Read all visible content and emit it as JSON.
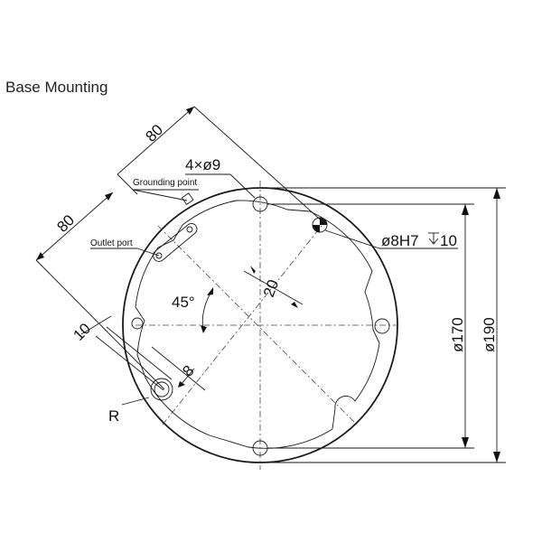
{
  "title": "Base Mounting",
  "labels": {
    "grounding_point": "Grounding point",
    "outlet_port": "Outlet port",
    "hole_spec": "4×ø9",
    "pin_hole_spec": "ø8H7",
    "pin_hole_depth": "10",
    "radius_marker": "R"
  },
  "dimensions": {
    "spacing_a": "80",
    "spacing_b": "80",
    "offset_10": "10",
    "offset_20": "20",
    "offset_8": "8",
    "angle": "45°",
    "inner_diameter": "ø170",
    "outer_diameter": "ø190"
  }
}
